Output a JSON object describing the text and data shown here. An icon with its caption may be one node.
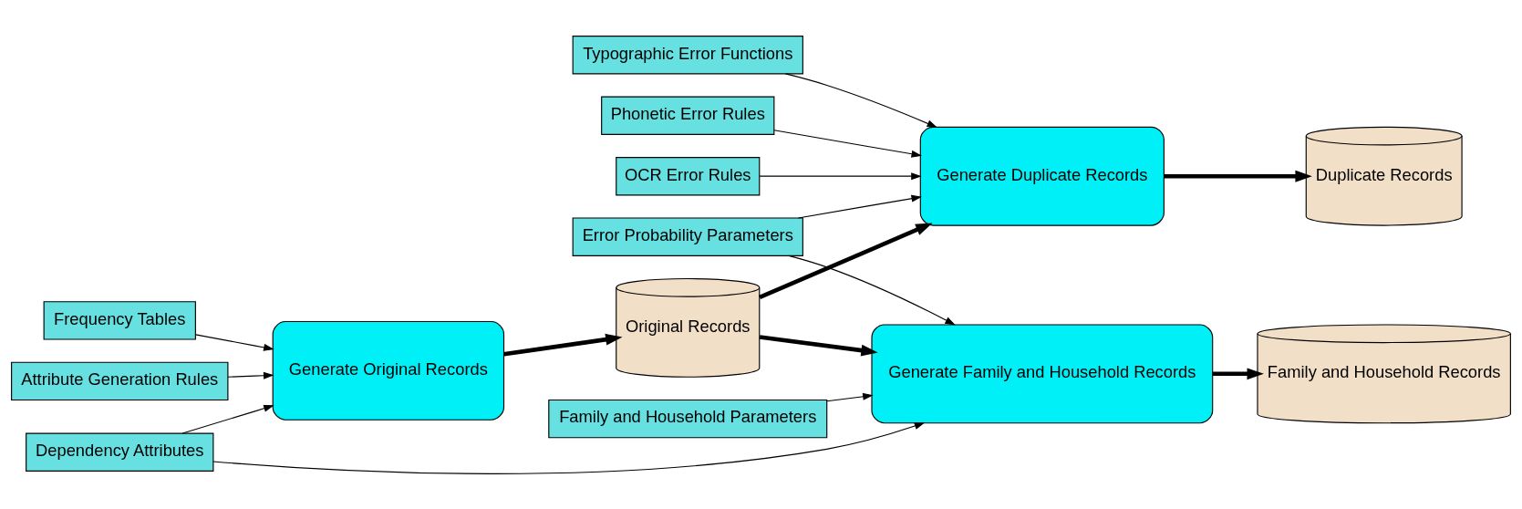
{
  "diagram": {
    "nodes": [
      {
        "text": [
          "Attribute Generation Rules"
        ]
      },
      {
        "text": [
          "Frequency Tables"
        ]
      },
      {
        "text": [
          "Typographic Error Functions"
        ]
      },
      {
        "text": [
          "Phonetic Error Rules"
        ]
      },
      {
        "text": [
          "OCR Error Rules"
        ]
      },
      {
        "text": [
          "Generate Original Records"
        ]
      },
      {
        "text": [
          "Original Records"
        ]
      },
      {
        "text": [
          "Generate Duplicate Records"
        ]
      },
      {
        "text": [
          "Duplicate Records"
        ]
      },
      {
        "text": [
          "Error Probability Parameters"
        ]
      },
      {
        "text": [
          "Dependency Attributes"
        ]
      },
      {
        "text": [
          "Family and Household Parameters"
        ]
      },
      {
        "text": [
          "Generate Family and Household Records"
        ]
      },
      {
        "text": [
          "Family and Household Records"
        ]
      }
    ],
    "edges": [
      {
        "from": 0,
        "to": 5,
        "arrow": "to"
      },
      {
        "from": 1,
        "to": 5,
        "arrow": "to"
      },
      {
        "from": 2,
        "to": 7,
        "arrow": "to"
      },
      {
        "from": 3,
        "to": 7,
        "arrow": "to"
      },
      {
        "from": 4,
        "to": 7,
        "arrow": "to"
      },
      {
        "from": 5,
        "to": 6,
        "arrow": "to",
        "style": "thick"
      },
      {
        "from": 6,
        "to": 7,
        "arrow": "to",
        "style": "thick"
      },
      {
        "from": 7,
        "to": 8,
        "arrow": "to",
        "style": "thick"
      },
      {
        "from": 9,
        "to": 7,
        "arrow": "to"
      },
      {
        "from": 6,
        "to": 12,
        "arrow": "to",
        "style": "thick"
      },
      {
        "from": 10,
        "to": 5,
        "arrow": "to"
      },
      {
        "from": 9,
        "to": 12,
        "arrow": "to"
      },
      {
        "from": 10,
        "to": 12,
        "arrow": "to"
      },
      {
        "from": 11,
        "to": 12,
        "arrow": "to"
      },
      {
        "from": 12,
        "to": 13,
        "arrow": "to",
        "style": "thick"
      }
    ]
  }
}
